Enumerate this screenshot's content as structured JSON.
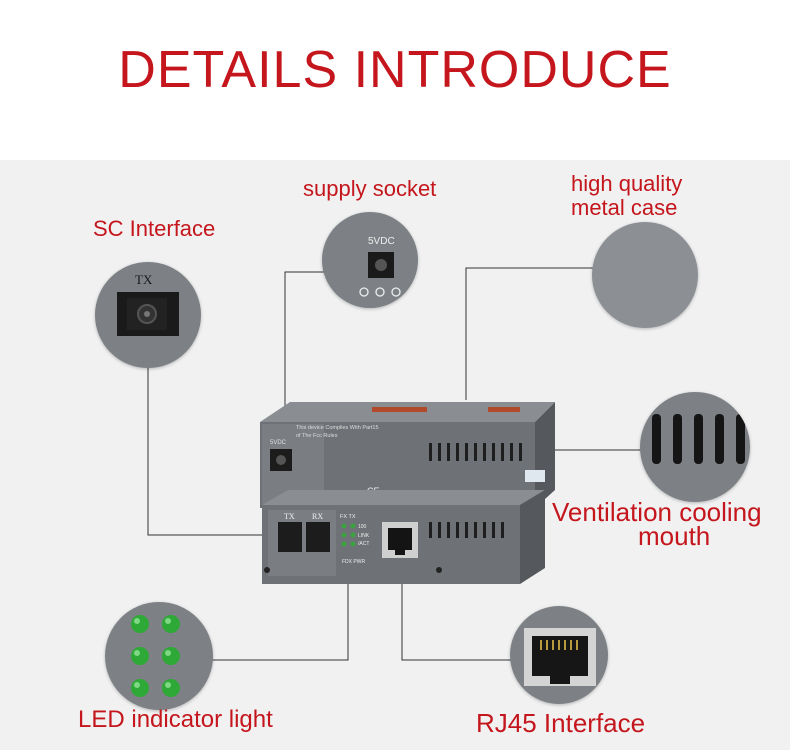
{
  "title": "DETAILS INTRODUCE",
  "labels": {
    "sc_interface": "SC  Interface",
    "supply_socket": "supply socket",
    "metal_case_line1": "high quality",
    "metal_case_line2": "metal case",
    "ventilation_line1": "Ventilation cooling",
    "ventilation_line2": "mouth",
    "led": "LED  indicator light",
    "rj45": "RJ45  Interface"
  },
  "device_text": {
    "power_label": "5VDC",
    "compliance": "This device Complies With Part15",
    "compliance2": "of The Fcc Rules",
    "ce": "CE",
    "tx": "TX",
    "rx": "RX",
    "led_labels": "FX  TX",
    "led_100": "100",
    "led_link": "LINK",
    "led_act": "/ACT",
    "led_bottom": "FDX  PWR"
  },
  "colors": {
    "accent": "#c4161c",
    "device_body": "#6b6f73",
    "led_green": "#2ea836"
  }
}
